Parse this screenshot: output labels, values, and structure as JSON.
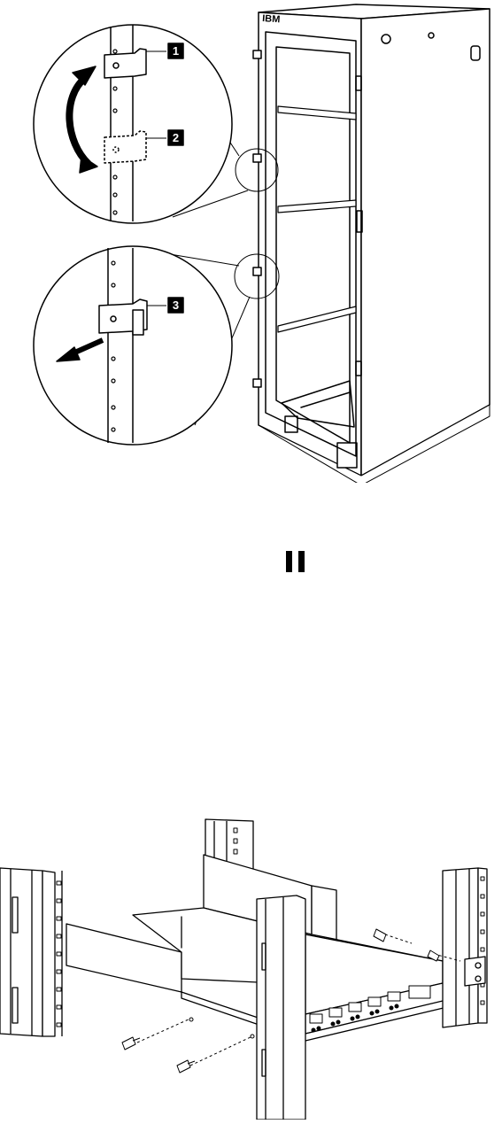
{
  "figure_top": {
    "brand_label": "IBM",
    "callouts": [
      "1",
      "2",
      "3"
    ]
  },
  "figure_bottom": {}
}
